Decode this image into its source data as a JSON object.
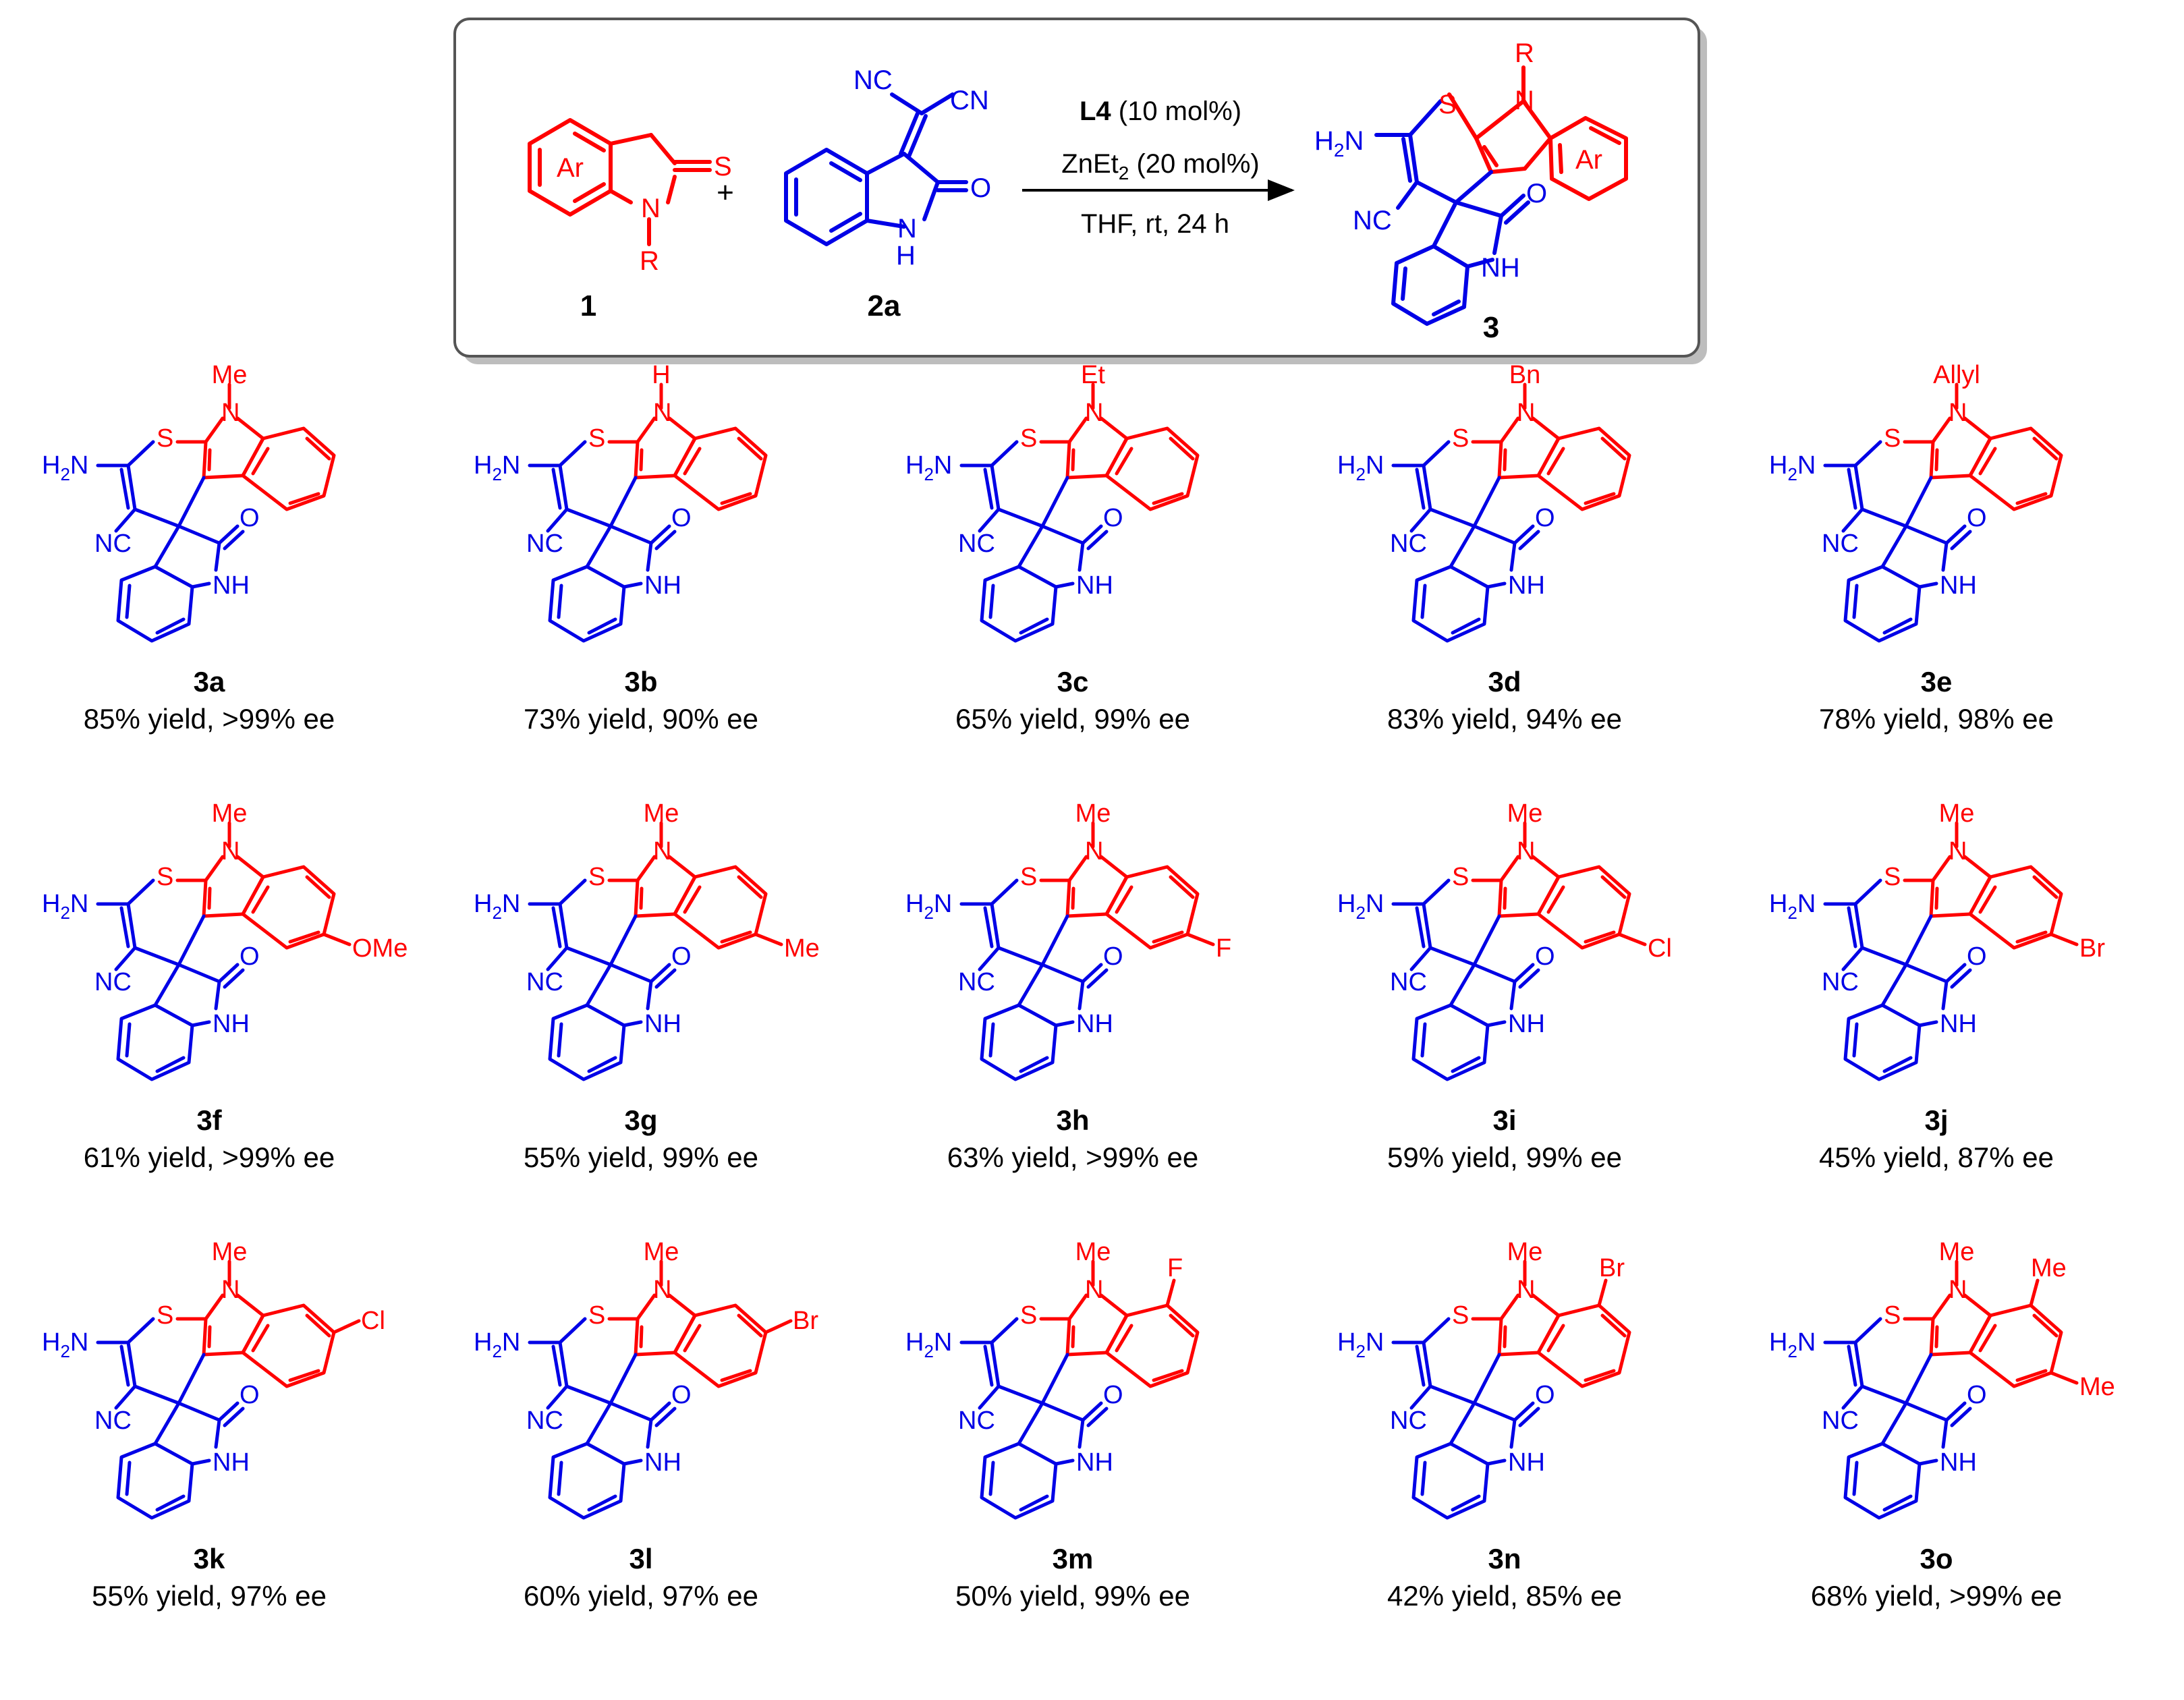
{
  "colors": {
    "substrate_red": "#ff0000",
    "oxindole_blue": "#0000e6",
    "text": "#000000",
    "box_border": "#555555",
    "box_shadow": "#bdbdbd"
  },
  "scheme": {
    "reactant1": {
      "ring_label": "Ar",
      "thione": "S",
      "nitrogen": "N",
      "substituent": "R",
      "compound_label": "1"
    },
    "plus": "+",
    "reactant2": {
      "nitrile_a": "NC",
      "nitrile_b": "CN",
      "carbonyl": "O",
      "nitrogen": "N",
      "nitrogen_h": "H",
      "compound_label": "2a"
    },
    "conditions": {
      "catalyst_bold": "L4",
      "catalyst_rest": " (10 mol%)",
      "additive_a": "ZnEt",
      "additive_sub": "2",
      "additive_b": " (20 mol%)",
      "solvent": "THF,  rt,  24 h"
    },
    "product": {
      "amine_h": "H",
      "amine_sub": "2",
      "amine_n": "N",
      "sulfur": "S",
      "nitrogen": "N",
      "substituent": "R",
      "ring_label": "Ar",
      "nitrile": "NC",
      "carbonyl": "O",
      "lactam": "NH",
      "compound_label": "3"
    }
  },
  "atoms": {
    "amine_h": "H",
    "amine_sub": "2",
    "amine_n": "N",
    "sulfur": "S",
    "nitrogen": "N",
    "nitrile": "NC",
    "carbonyl": "O",
    "lactam": "NH"
  },
  "products": [
    {
      "label": "3a",
      "result": "85% yield, >99% ee",
      "n_sub": "Me",
      "ring_subs": []
    },
    {
      "label": "3b",
      "result": "73% yield, 90% ee",
      "n_sub": "H",
      "ring_subs": []
    },
    {
      "label": "3c",
      "result": "65% yield, 99% ee",
      "n_sub": "Et",
      "ring_subs": []
    },
    {
      "label": "3d",
      "result": "83% yield, 94% ee",
      "n_sub": "Bn",
      "ring_subs": []
    },
    {
      "label": "3e",
      "result": "78% yield, 98% ee",
      "n_sub": "Allyl",
      "ring_subs": []
    },
    {
      "label": "3f",
      "result": "61% yield, >99% ee",
      "n_sub": "Me",
      "ring_subs": [
        {
          "pos": "5",
          "text": "OMe"
        }
      ]
    },
    {
      "label": "3g",
      "result": "55% yield, 99% ee",
      "n_sub": "Me",
      "ring_subs": [
        {
          "pos": "5",
          "text": "Me"
        }
      ]
    },
    {
      "label": "3h",
      "result": "63% yield, >99% ee",
      "n_sub": "Me",
      "ring_subs": [
        {
          "pos": "5",
          "text": "F"
        }
      ]
    },
    {
      "label": "3i",
      "result": "59% yield, 99% ee",
      "n_sub": "Me",
      "ring_subs": [
        {
          "pos": "5",
          "text": "Cl"
        }
      ]
    },
    {
      "label": "3j",
      "result": "45% yield, 87% ee",
      "n_sub": "Me",
      "ring_subs": [
        {
          "pos": "5",
          "text": "Br"
        }
      ]
    },
    {
      "label": "3k",
      "result": "55% yield, 97% ee",
      "n_sub": "Me",
      "ring_subs": [
        {
          "pos": "6",
          "text": "Cl"
        }
      ]
    },
    {
      "label": "3l",
      "result": "60% yield, 97% ee",
      "n_sub": "Me",
      "ring_subs": [
        {
          "pos": "6",
          "text": "Br"
        }
      ]
    },
    {
      "label": "3m",
      "result": "50% yield, 99% ee",
      "n_sub": "Me",
      "ring_subs": [
        {
          "pos": "7",
          "text": "F"
        }
      ]
    },
    {
      "label": "3n",
      "result": "42% yield, 85% ee",
      "n_sub": "Me",
      "ring_subs": [
        {
          "pos": "7",
          "text": "Br"
        }
      ]
    },
    {
      "label": "3o",
      "result": "68% yield, >99% ee",
      "n_sub": "Me",
      "ring_subs": [
        {
          "pos": "7",
          "text": "Me"
        },
        {
          "pos": "5",
          "text": "Me"
        }
      ]
    }
  ]
}
